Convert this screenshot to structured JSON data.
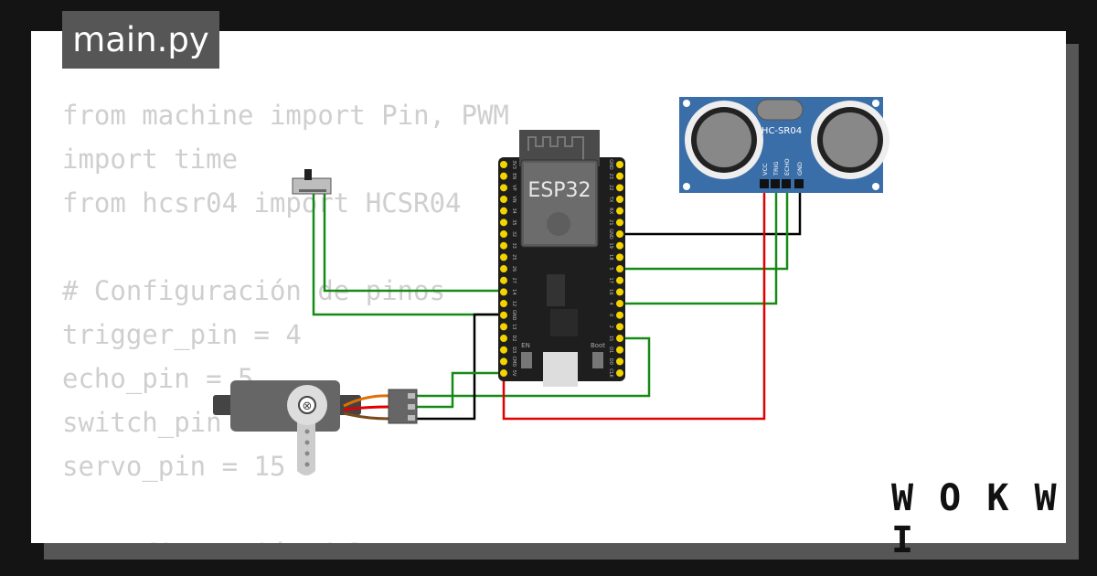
{
  "file_tab": {
    "label": "main.py"
  },
  "code_lines": [
    "from machine import Pin, PWM",
    "import time",
    "from hcsr04 import HCSR04",
    "",
    "# Configuración de pinos",
    "trigger_pin = 4",
    "echo_pin = 5",
    "switch_pin",
    "servo_pin = 15",
    "",
    "# Configuración del"
  ],
  "board": {
    "label": "ESP32",
    "left_pins": [
      "3V3",
      "EN",
      "VP",
      "VN",
      "34",
      "35",
      "32",
      "33",
      "25",
      "26",
      "27",
      "14",
      "12",
      "GND",
      "13",
      "D2",
      "D3",
      "CMD",
      "5V"
    ],
    "right_pins": [
      "GND",
      "23",
      "22",
      "TX",
      "RX",
      "21",
      "GND",
      "19",
      "18",
      "5",
      "17",
      "16",
      "4",
      "0",
      "2",
      "15",
      "D1",
      "D0",
      "CLK"
    ],
    "buttons": [
      "EN",
      "Boot"
    ]
  },
  "sensor": {
    "label": "HC-SR04",
    "pins": [
      "VCC",
      "TRIG",
      "ECHO",
      "GND"
    ]
  },
  "logo": "WOKWI",
  "colors": {
    "wire_green": "#168a16",
    "wire_red": "#e00000",
    "wire_black": "#000000",
    "sensor_blue": "#3a6ea8",
    "board": "#1e1e1e",
    "pin": "#f4d400"
  }
}
